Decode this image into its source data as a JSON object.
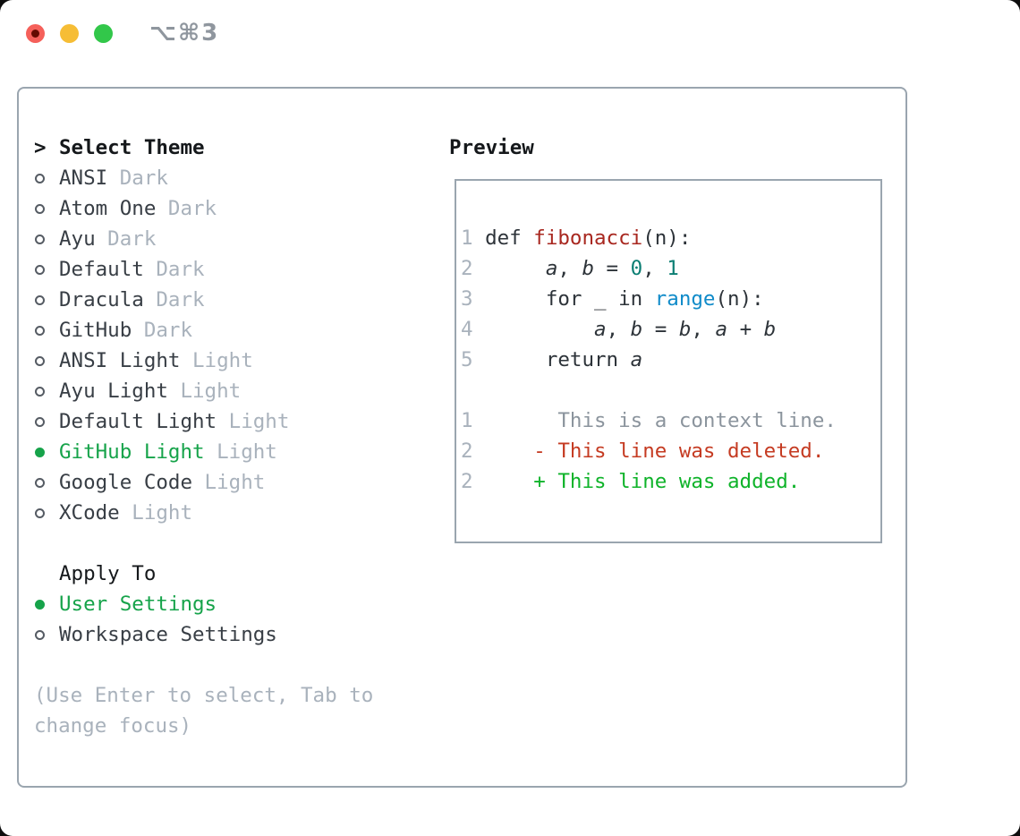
{
  "window": {
    "title": "⌥⌘3"
  },
  "traffic_lights": {
    "close": "close",
    "minimize": "minimize",
    "zoom": "zoom"
  },
  "theme_list": {
    "cursor": ">",
    "title": "Select Theme",
    "items": [
      {
        "name": "ANSI",
        "variant": "Dark",
        "selected": false
      },
      {
        "name": "Atom One",
        "variant": "Dark",
        "selected": false
      },
      {
        "name": "Ayu",
        "variant": "Dark",
        "selected": false
      },
      {
        "name": "Default",
        "variant": "Dark",
        "selected": false
      },
      {
        "name": "Dracula",
        "variant": "Dark",
        "selected": false
      },
      {
        "name": "GitHub",
        "variant": "Dark",
        "selected": false
      },
      {
        "name": "ANSI Light",
        "variant": "Light",
        "selected": false
      },
      {
        "name": "Ayu Light",
        "variant": "Light",
        "selected": false
      },
      {
        "name": "Default Light",
        "variant": "Light",
        "selected": false
      },
      {
        "name": "GitHub Light",
        "variant": "Light",
        "selected": true
      },
      {
        "name": "Google Code",
        "variant": "Light",
        "selected": false
      },
      {
        "name": "XCode",
        "variant": "Light",
        "selected": false
      }
    ]
  },
  "apply_to": {
    "title": "Apply To",
    "options": [
      {
        "label": "User Settings",
        "selected": true
      },
      {
        "label": "Workspace Settings",
        "selected": false
      }
    ]
  },
  "hints": [
    "(Use Enter to select, Tab to",
    "change focus)"
  ],
  "preview": {
    "title": "Preview",
    "lines": [
      {
        "segments": [
          [
            "ln",
            "1"
          ],
          [
            "plain",
            " def "
          ],
          [
            "func",
            "fibonacci"
          ],
          [
            "plain",
            "(n):"
          ]
        ]
      },
      {
        "segments": [
          [
            "ln",
            "2"
          ],
          [
            "plain",
            "      "
          ],
          [
            "ital",
            "a"
          ],
          [
            "plain",
            ", "
          ],
          [
            "ital",
            "b"
          ],
          [
            "plain",
            " = "
          ],
          [
            "num",
            "0"
          ],
          [
            "plain",
            ", "
          ],
          [
            "num",
            "1"
          ]
        ]
      },
      {
        "segments": [
          [
            "ln",
            "3"
          ],
          [
            "plain",
            "      for _ in "
          ],
          [
            "builtin",
            "range"
          ],
          [
            "plain",
            "(n):"
          ]
        ]
      },
      {
        "segments": [
          [
            "ln",
            "4"
          ],
          [
            "plain",
            "          "
          ],
          [
            "ital",
            "a"
          ],
          [
            "plain",
            ", "
          ],
          [
            "ital",
            "b"
          ],
          [
            "plain",
            " = "
          ],
          [
            "ital",
            "b"
          ],
          [
            "plain",
            ", "
          ],
          [
            "ital",
            "a"
          ],
          [
            "plain",
            " + "
          ],
          [
            "ital",
            "b"
          ]
        ]
      },
      {
        "segments": [
          [
            "ln",
            "5"
          ],
          [
            "plain",
            "      return "
          ],
          [
            "ital",
            "a"
          ]
        ]
      },
      {
        "segments": []
      },
      {
        "segments": [
          [
            "ln",
            "1"
          ],
          [
            "ctx",
            "       This is a context line."
          ]
        ]
      },
      {
        "segments": [
          [
            "ln",
            "2"
          ],
          [
            "del",
            "     - This line was deleted."
          ]
        ]
      },
      {
        "segments": [
          [
            "ln",
            "2"
          ],
          [
            "add",
            "     + This line was added."
          ]
        ]
      }
    ]
  },
  "colors": {
    "border": "#9aa5af",
    "text": "#383e45",
    "heading": "#15181b",
    "muted": "#a9b2bc",
    "green": "#16a34a",
    "code": "#2d3339",
    "lineno": "#a9b2bc",
    "func-red": "#a8271f",
    "number-teal": "#0b7e73",
    "builtin-blue": "#108bc9",
    "context-gray": "#8b949d",
    "deleted-red": "#c53b22",
    "added-green": "#0fb32a",
    "title-gray": "#8f969e",
    "light-red": "#f5605a",
    "light-red-dot": "#650b01",
    "light-yellow": "#f6bd35",
    "light-green": "#32c74a"
  }
}
